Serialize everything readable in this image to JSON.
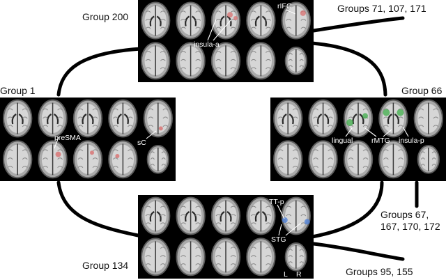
{
  "groups": {
    "g200": "Group 200",
    "g1": "Group 1",
    "g66": "Group 66",
    "g134": "Group 134",
    "g71": "Groups 71, 107, 171",
    "g67a": "Groups 67,",
    "g67b": "167, 170, 172",
    "g95": "Groups 95, 155"
  },
  "regions": {
    "top": [
      "insula-a",
      "rIFC"
    ],
    "left": [
      "preSMA",
      "sC"
    ],
    "right": [
      "lingual",
      "rMTG",
      "insula-p"
    ],
    "bottom": [
      "TT-p",
      "STG"
    ]
  },
  "orientation": {
    "left": "L",
    "right": "R"
  },
  "colors": {
    "top": "#d87070",
    "left": "#d86868",
    "right": "#3fae4a",
    "bottom": "#4a7ed8"
  }
}
